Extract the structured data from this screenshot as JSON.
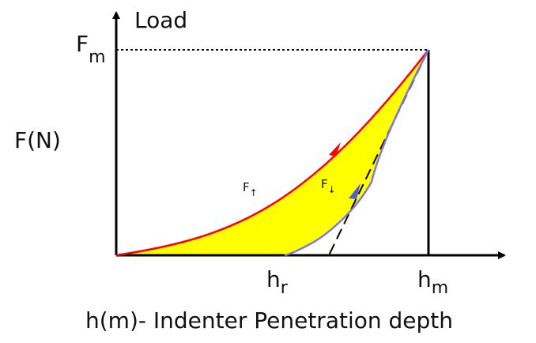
{
  "axes": {
    "y_axis_label": "Load",
    "y_quantity_label": "F(N)",
    "x_axis_label": "h(m)- Indenter Penetration depth"
  },
  "markers": {
    "max_force": {
      "symbol": "F",
      "subscript": "m"
    },
    "residual_depth": {
      "symbol": "h",
      "subscript": "r"
    },
    "max_depth": {
      "symbol": "h",
      "subscript": "m"
    }
  },
  "curves": {
    "loading": {
      "symbol": "F",
      "subscript_glyph": "↑",
      "color": "#ff0000",
      "arrow_color": "#ff0000"
    },
    "unloading": {
      "symbol": "F",
      "subscript_glyph": "↓",
      "color": "#7c7cd8",
      "arrow_color": "#4a5fd6"
    }
  },
  "colors": {
    "hysteresis_fill": "#ffff00",
    "axis": "#000000"
  }
}
